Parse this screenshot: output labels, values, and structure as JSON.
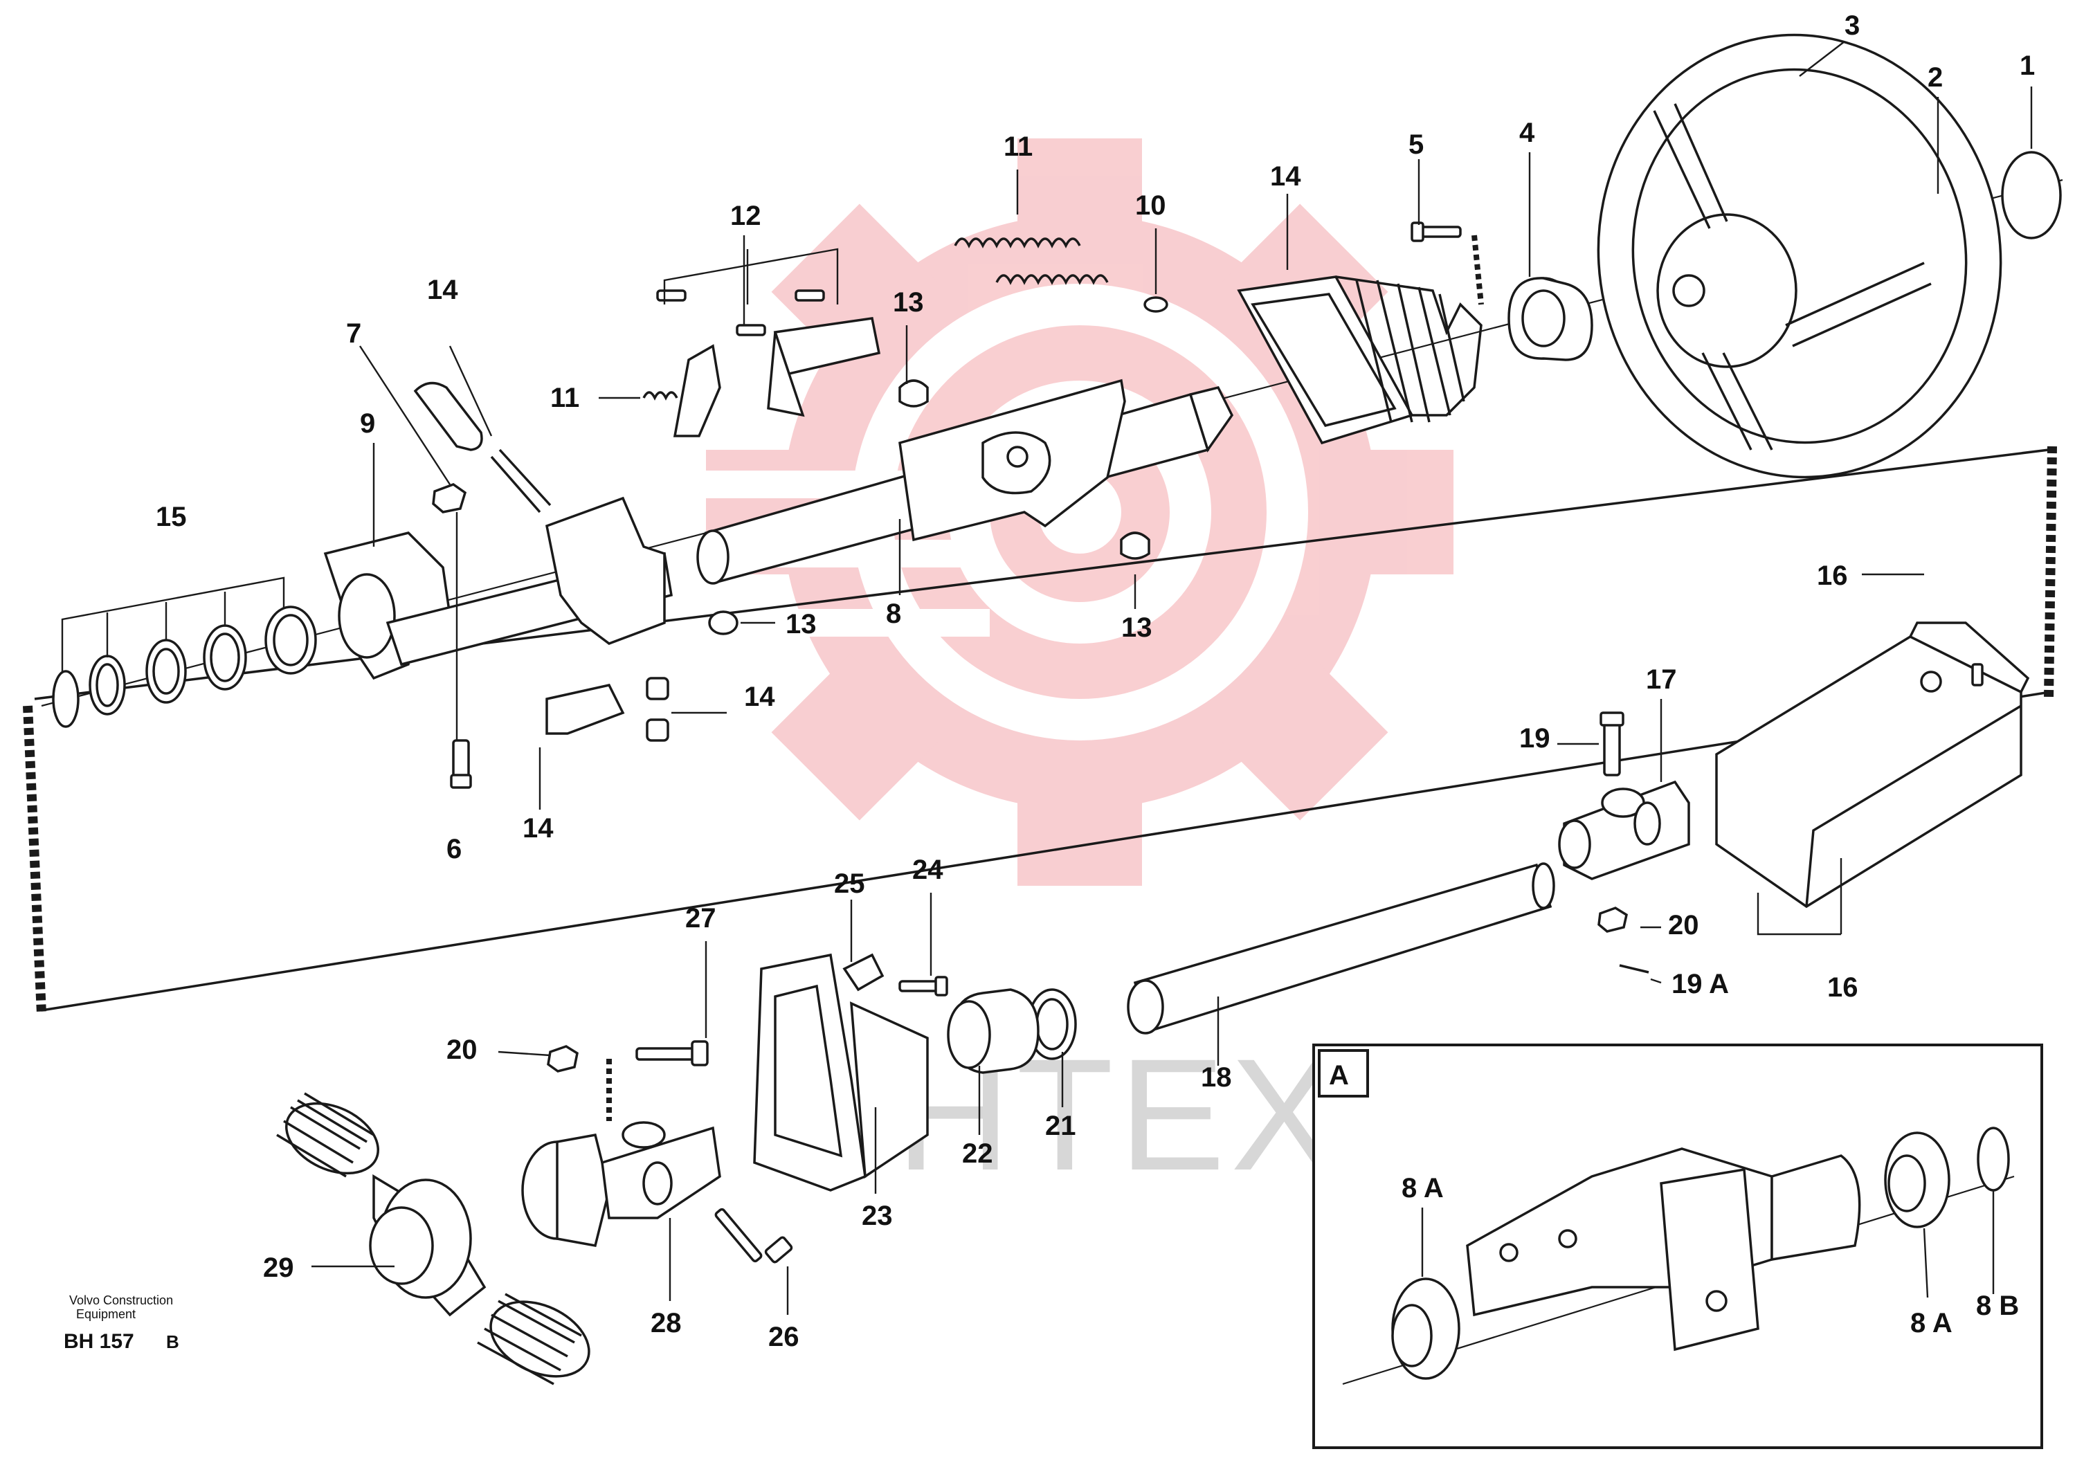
{
  "watermark": {
    "text": "UHTEX",
    "color": "#f4a7ac"
  },
  "footer": {
    "brand_line1": "Volvo Construction",
    "brand_line2": "Equipment",
    "drawing_id": "BH 157",
    "revision": "B"
  },
  "detail": {
    "label": "A"
  },
  "callouts": {
    "c1": "1",
    "c2": "2",
    "c3": "3",
    "c4": "4",
    "c5": "5",
    "c6": "6",
    "c7": "7",
    "c8": "8",
    "c9": "9",
    "c10": "10",
    "c11a": "11",
    "c11b": "11",
    "c12": "12",
    "c13a": "13",
    "c13b": "13",
    "c13c": "13",
    "c14a": "14",
    "c14b": "14",
    "c14c": "14",
    "c14d": "14",
    "c15": "15",
    "c16a": "16",
    "c16b": "16",
    "c17": "17",
    "c18": "18",
    "c19": "19",
    "c19a": "19 A",
    "c20a": "20",
    "c20b": "20",
    "c21": "21",
    "c22": "22",
    "c23": "23",
    "c24": "24",
    "c25": "25",
    "c26": "26",
    "c27": "27",
    "c28": "28",
    "c29": "29",
    "c8aL": "8 A",
    "c8aR": "8 A",
    "c8b": "8 B"
  },
  "icons": [
    "steering-wheel-icon",
    "bellows-icon",
    "universal-joint-icon",
    "grip-handle-icon",
    "bearing-icon"
  ]
}
